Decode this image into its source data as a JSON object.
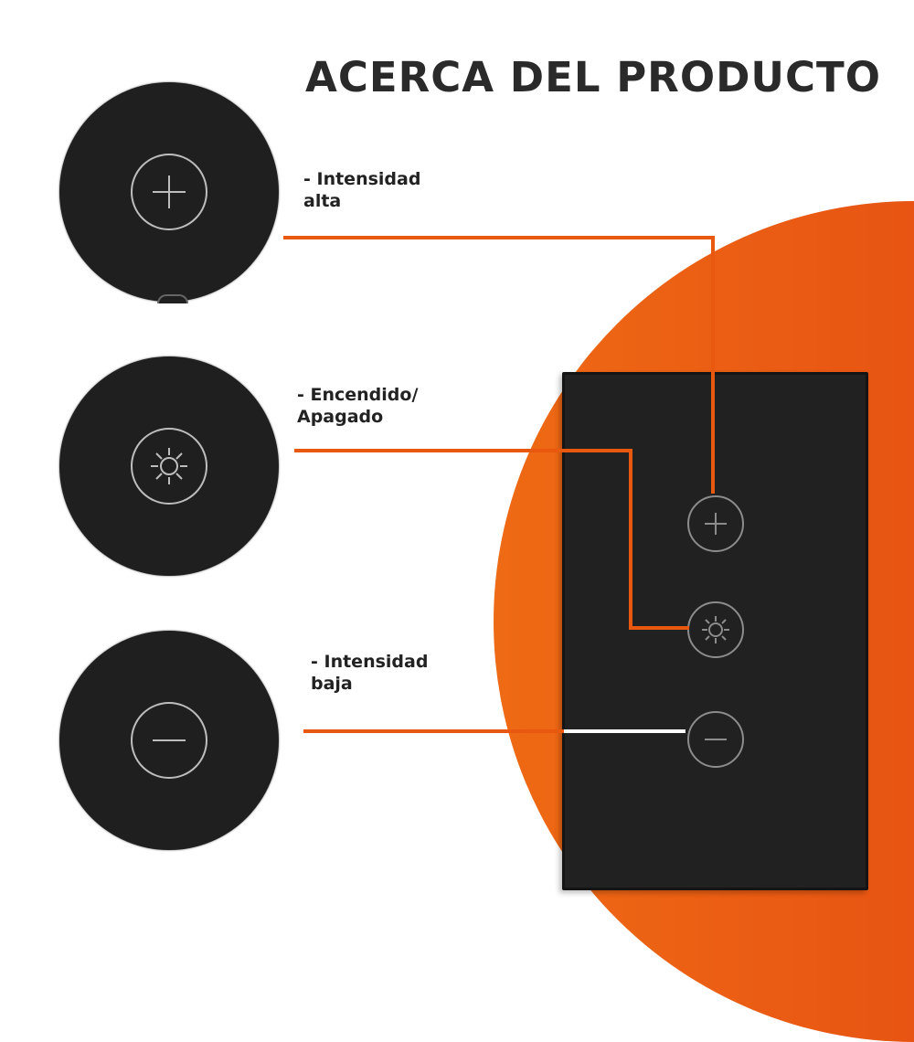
{
  "header": {
    "title": "ACERCA DEL PRODUCTO"
  },
  "colors": {
    "accent": "#e8590f",
    "panel": "#212121",
    "text": "#222222",
    "connector_low": "#ffffff"
  },
  "features": [
    {
      "id": "intensity-high",
      "icon": "plus-icon",
      "label_line1": "- Intensidad",
      "label_line2": "alta"
    },
    {
      "id": "power",
      "icon": "sun-icon",
      "label_line1": "- Encendido/",
      "label_line2": "Apagado"
    },
    {
      "id": "intensity-low",
      "icon": "minus-icon",
      "label_line1": "- Intensidad",
      "label_line2": "baja"
    }
  ],
  "panel": {
    "buttons": [
      "plus-icon",
      "sun-icon",
      "minus-icon"
    ]
  }
}
